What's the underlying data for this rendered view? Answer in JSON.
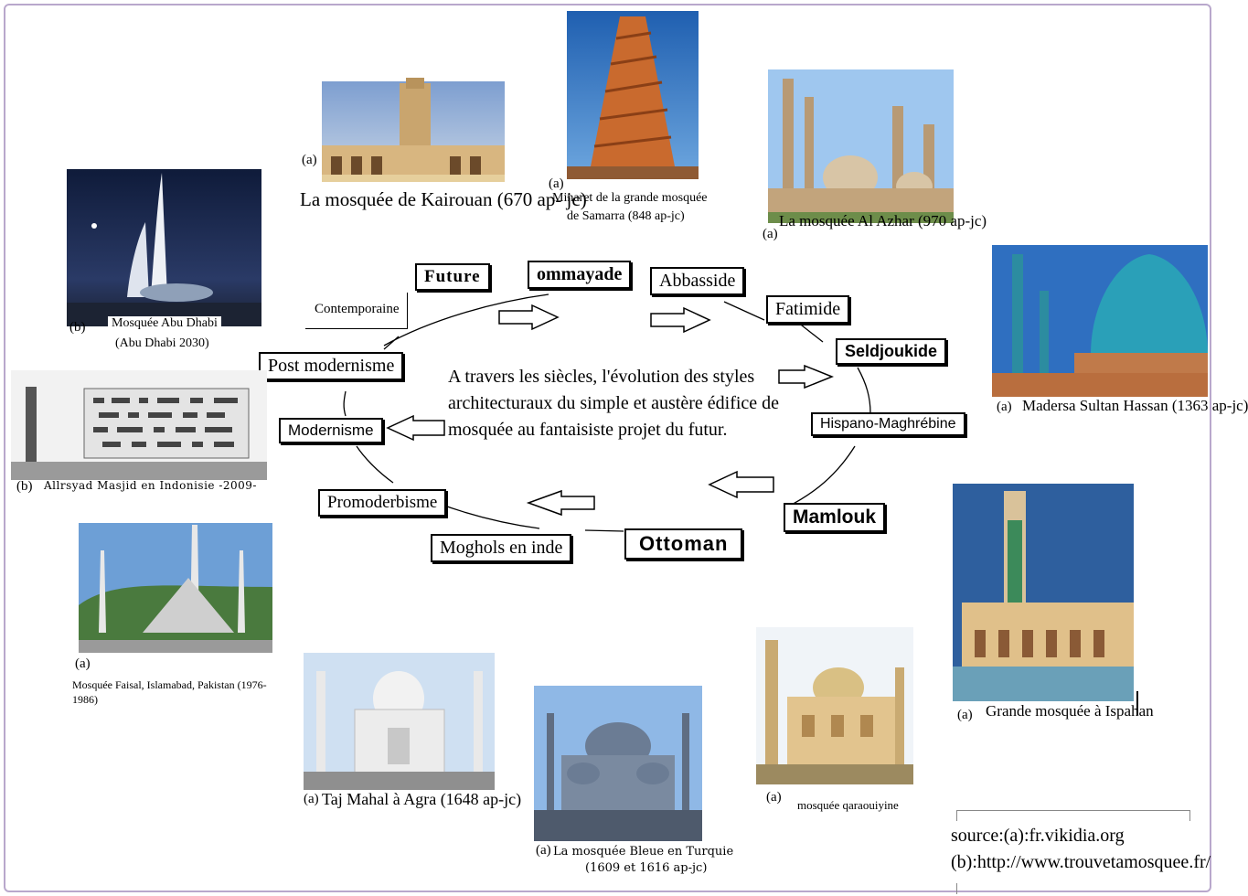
{
  "center_text": "A travers les siècles, l'évolution des styles architecturaux du simple et austère édifice de mosquée au fantaisiste projet du futur.",
  "styles": {
    "future": "Future",
    "ommayade": "ommayade",
    "abbasside": "Abbasside",
    "fatimide": "Fatimide",
    "seldjoukide": "Seldjoukide",
    "hispano": "Hispano-Maghrébine",
    "mamlouk": "Mamlouk",
    "ottoman": "Ottoman",
    "moghols": "Moghols en inde",
    "promoderbisme": "Promoderbisme",
    "modernisme": "Modernisme",
    "post_modernisme": "Post modernisme",
    "contemporaine": "Contemporaine"
  },
  "photos": {
    "kairouan": {
      "mark": "(a)",
      "caption": "La mosquée de Kairouan  (670 ap- jc)"
    },
    "samarra": {
      "mark": "(a)",
      "caption1": "Minaret de la grande mosquée",
      "caption2": "de Samarra  (848 ap-jc)"
    },
    "alazhar": {
      "mark": "(a)",
      "caption": "La mosquée Al Azhar (970 ap-jc)"
    },
    "abudhabi": {
      "mark": "(b)",
      "caption1": "Mosquée Abu Dhabi",
      "caption2": "(Abu Dhabi 2030)"
    },
    "madersa": {
      "mark": "(a)",
      "caption": "Madersa Sultan Hassan (1363 ap-jc)"
    },
    "allrsyad": {
      "mark": "(b)",
      "caption": "Allrsyad Masjid en Indonisie -2009-"
    },
    "ispahan": {
      "mark": "(a)",
      "caption": "Grande mosquée à Ispahan"
    },
    "faisal": {
      "mark": "(a)",
      "caption1": "Mosquée Faisal, Islamabad, Pakistan (1976-",
      "caption2": "1986)"
    },
    "tajmahal": {
      "mark": "(a)",
      "caption": "Taj Mahal à Agra (1648 ap-jc)"
    },
    "bleue": {
      "mark": "(a)",
      "caption1": "La mosquée Bleue en Turquie",
      "caption2": "(1609 et 1616 ap-jc)"
    },
    "qaraouiyine": {
      "mark": "(a)",
      "caption": "mosquée qaraouiyine"
    }
  },
  "source": {
    "line1": "source:(a):fr.vikidia.org",
    "line2": "(b):http://www.trouvetamosquee.fr/"
  }
}
